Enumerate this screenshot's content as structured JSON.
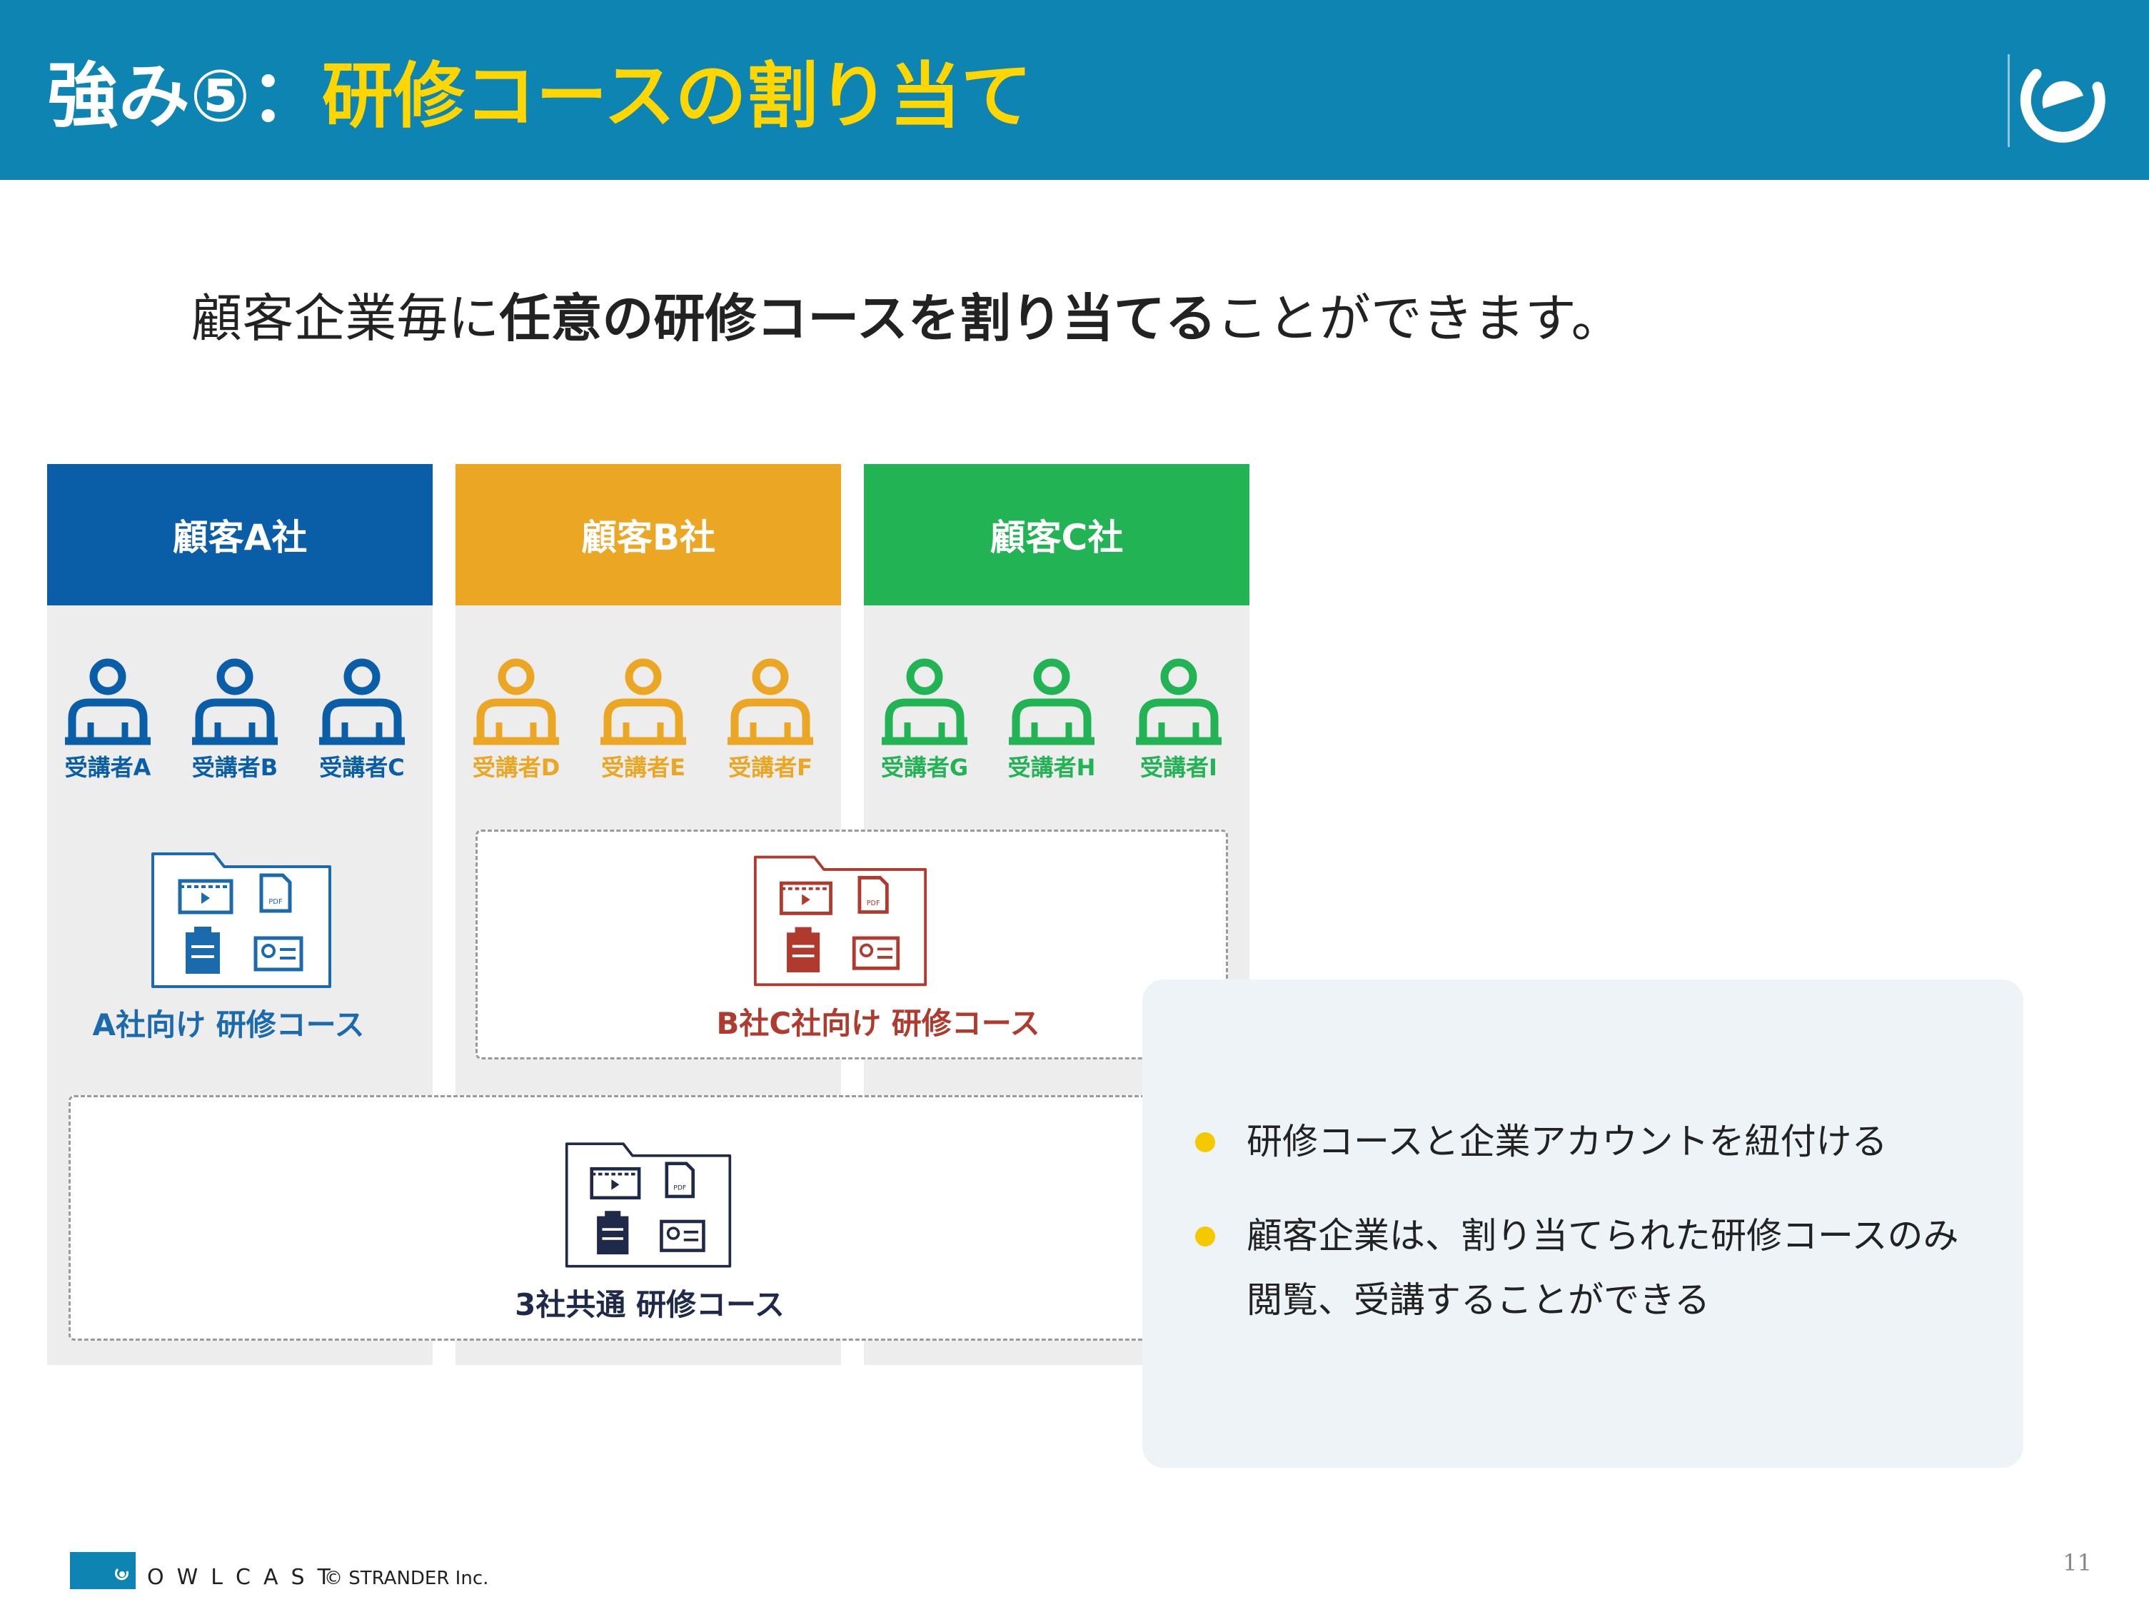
{
  "header": {
    "title_prefix": "強み⑤：",
    "title_main": "研修コースの割り当て",
    "bg_color": "#0d84b1",
    "accent_color": "#ffd600"
  },
  "subtitle": {
    "part1": "顧客企業毎に",
    "part2_bold": "任意の研修コースを割り当てる",
    "part3": "ことができます。"
  },
  "companies": [
    {
      "name": "顧客A社",
      "color": "#0a5ea8",
      "learners": [
        "受講者A",
        "受講者B",
        "受講者C"
      ]
    },
    {
      "name": "顧客B社",
      "color": "#eba624",
      "learners": [
        "受講者D",
        "受講者E",
        "受講者F"
      ]
    },
    {
      "name": "顧客C社",
      "color": "#22b355",
      "learners": [
        "受講者G",
        "受講者H",
        "受講者I"
      ]
    }
  ],
  "courses": {
    "a_only": {
      "label": "A社向け 研修コース",
      "color": "#1a6aad"
    },
    "bc_shared": {
      "label": "B社C社向け 研修コース",
      "color": "#b03a2e"
    },
    "all_shared": {
      "label": "3社共通 研修コース",
      "color": "#1f2a4a"
    }
  },
  "panel": {
    "bullets": [
      {
        "lines": [
          "研修コースと企業アカウントを紐付ける"
        ]
      },
      {
        "lines": [
          "顧客企業は、割り当てられた研修コースのみ",
          "閲覧、受講することができる"
        ]
      }
    ],
    "bullet_color": "#f5c800"
  },
  "footer": {
    "brand": "OWLCAST",
    "copyright": "© STRANDER Inc.",
    "page_number": "11"
  }
}
